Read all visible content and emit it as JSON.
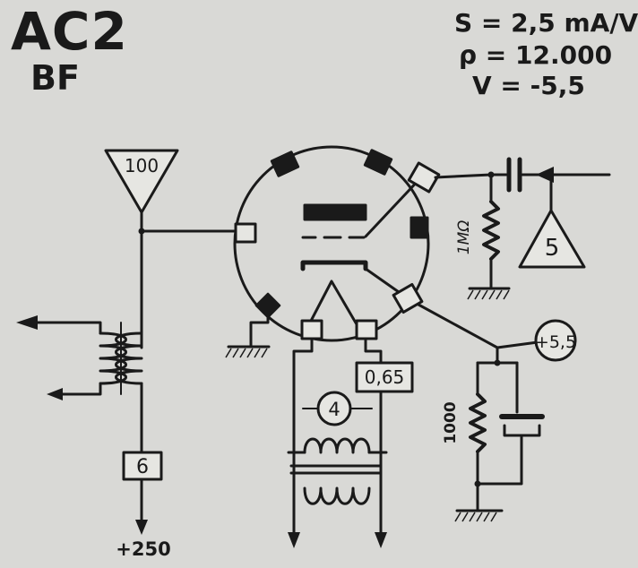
{
  "tube": {
    "name": "AC2",
    "function": "BF"
  },
  "parameters": {
    "slope": "S = 2,5 mA/V",
    "resistance": "ρ = 12.000",
    "bias": "V = -5,5"
  },
  "labels": {
    "input_voltage": "100",
    "plate_resistor": "1MΩ",
    "output_ref": "5",
    "cathode_bias": "+5,5",
    "heater_current": "0,65",
    "heater_voltage": "4",
    "cathode_resistor": "1000",
    "supply_box": "6",
    "supply_voltage": "+250"
  },
  "colors": {
    "background": "#d9d9d6",
    "ink": "#1a1a1a"
  }
}
